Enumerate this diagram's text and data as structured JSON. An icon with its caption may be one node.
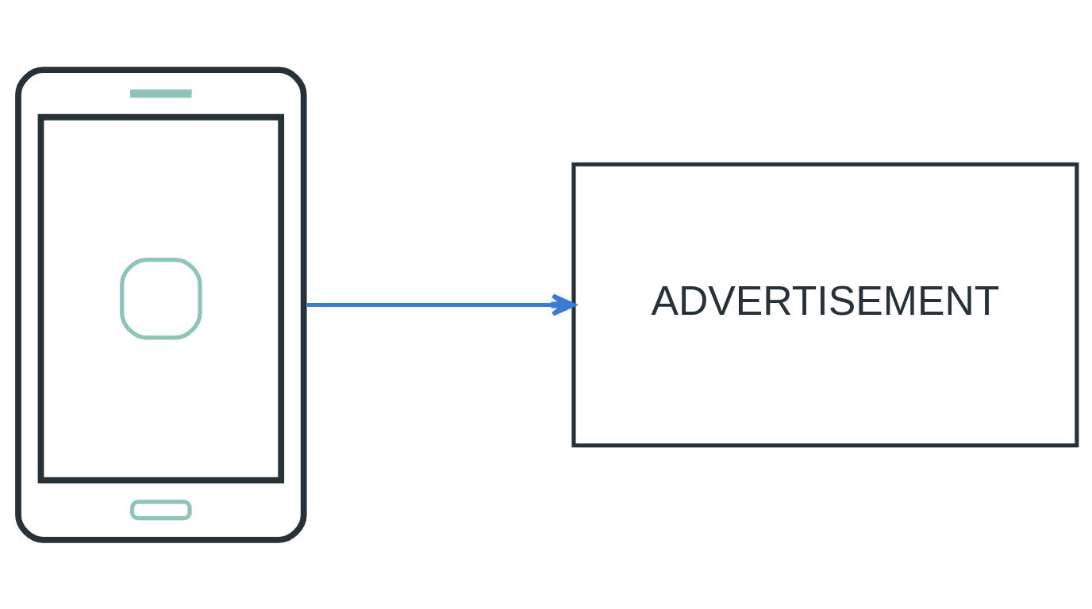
{
  "diagram": {
    "nodes": [
      {
        "text": [],
        "shape": "picture"
      },
      {
        "text": [
          "ADVERTISEMENT"
        ]
      }
    ],
    "edges": [
      {
        "from": 0,
        "to": 1,
        "arrow": "to",
        "color": "#3a7bd5"
      }
    ]
  }
}
